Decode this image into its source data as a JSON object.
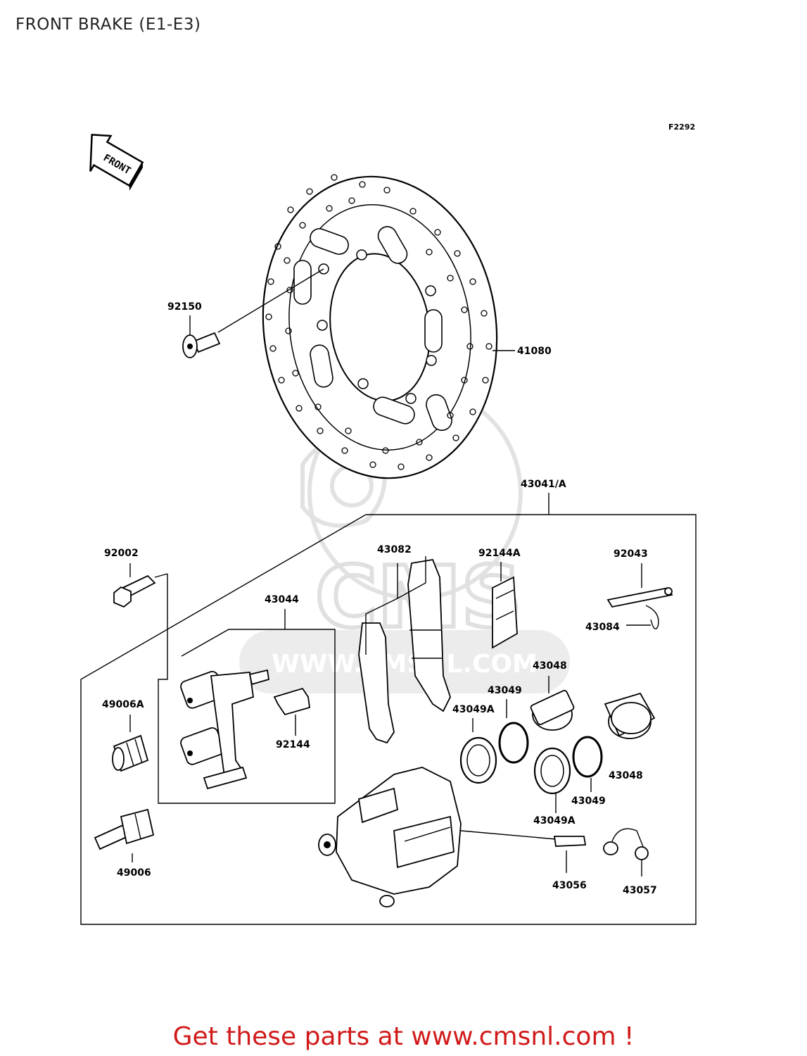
{
  "title": "FRONT BRAKE (E1-E3)",
  "figure_code": "F2292",
  "direction_label": "FRONT",
  "watermark": {
    "brand": "CMS",
    "url": "WWW.CMSNL.COM"
  },
  "parts": {
    "p92150": "92150",
    "p41080": "41080",
    "p43041A": "43041/A",
    "p92002": "92002",
    "p43082": "43082",
    "p92144A": "92144A",
    "p92043": "92043",
    "p43084": "43084",
    "p43044": "43044",
    "p92144": "92144",
    "p43048a": "43048",
    "p43049a": "43049",
    "p43049Aa": "43049A",
    "p49006A": "49006A",
    "p43048b": "43048",
    "p43049b": "43049",
    "p43049Ab": "43049A",
    "p49006": "49006",
    "p43056": "43056",
    "p43057": "43057"
  },
  "footer": {
    "cta": "Get these parts at www.cmsnl.com !"
  }
}
